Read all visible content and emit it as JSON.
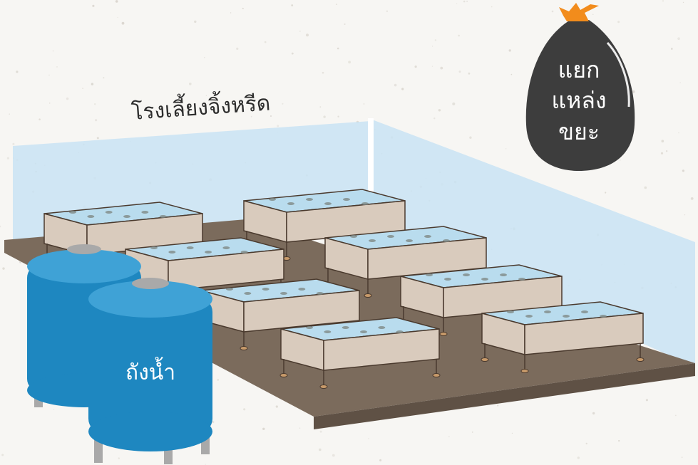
{
  "labels": {
    "farm_house": "โรงเลี้ยงจิ้งหรีด",
    "water_tank": "ถังน้ำ",
    "waste_bag_line1": "แยก",
    "waste_bag_line2": "แหล่ง",
    "waste_bag_line3": "ขยะ"
  },
  "colors": {
    "background": "#f7f6f3",
    "glass_wall": "#c9e3f3",
    "floor": "#7b6b5c",
    "floor_edge": "#5f5145",
    "crate_side": "#d9cbbd",
    "crate_outline": "#4a3a2e",
    "water_top": "#b9dcee",
    "tank_blue": "#1e87c0",
    "tank_blue_light": "#3fa2d6",
    "tank_legs": "#a9a9a9",
    "bag_black": "#3d3d3d",
    "bag_tie": "#f28c1c",
    "label_text": "#2d2d2d",
    "label_on_dark": "#ffffff"
  },
  "icons": {
    "crate": "cricket-rearing-crate-icon",
    "tank": "water-tank-icon",
    "bag": "garbage-bag-icon"
  }
}
